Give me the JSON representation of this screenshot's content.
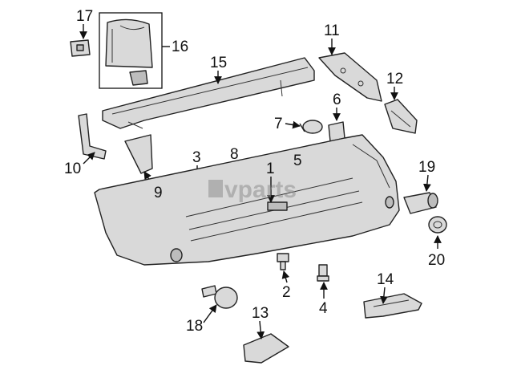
{
  "diagram": {
    "callouts": [
      {
        "id": "17",
        "label": "17"
      },
      {
        "id": "16",
        "label": "16"
      },
      {
        "id": "15",
        "label": "15"
      },
      {
        "id": "11",
        "label": "11"
      },
      {
        "id": "12",
        "label": "12"
      },
      {
        "id": "6",
        "label": "6"
      },
      {
        "id": "7",
        "label": "7"
      },
      {
        "id": "5",
        "label": "5"
      },
      {
        "id": "10",
        "label": "10"
      },
      {
        "id": "9",
        "label": "9"
      },
      {
        "id": "3",
        "label": "3"
      },
      {
        "id": "8",
        "label": "8"
      },
      {
        "id": "1",
        "label": "1"
      },
      {
        "id": "19",
        "label": "19"
      },
      {
        "id": "20",
        "label": "20"
      },
      {
        "id": "2",
        "label": "2"
      },
      {
        "id": "4",
        "label": "4"
      },
      {
        "id": "14",
        "label": "14"
      },
      {
        "id": "18",
        "label": "18"
      },
      {
        "id": "13",
        "label": "13"
      }
    ],
    "watermark": "vparts",
    "colors": {
      "part_fill": "#d9d9d9",
      "stroke": "#222222",
      "watermark": "#8e8e8e"
    }
  }
}
